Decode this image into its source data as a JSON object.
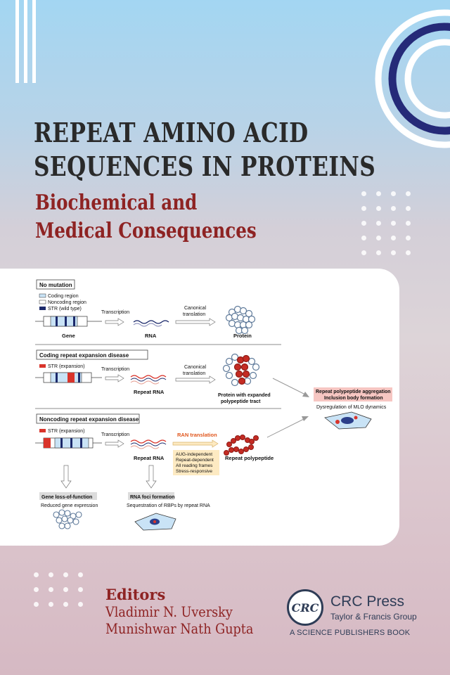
{
  "cover": {
    "title_line1": "REPEAT AMINO ACID",
    "title_line2": "SEQUENCES IN PROTEINS",
    "subtitle_line1": "Biochemical and",
    "subtitle_line2": "Medical Consequences",
    "editors_heading": "Editors",
    "editors": [
      "Vladimir N. Uversky",
      "Munishwar Nath Gupta"
    ],
    "publisher": {
      "logo_text": "CRC",
      "name": "CRC Press",
      "group": "Taylor & Francis Group",
      "imprint": "A SCIENCE PUBLISHERS BOOK"
    }
  },
  "figure": {
    "panel_no_mutation": "No mutation",
    "legend_coding": "Coding region",
    "legend_noncoding": "Noncoding region",
    "legend_str_wild": "STR (wild type)",
    "transcription": "Transcription",
    "canonical_translation_1": "Canonical",
    "canonical_translation_2": "translation",
    "gene": "Gene",
    "rna": "RNA",
    "protein": "Protein",
    "panel_coding": "Coding repeat expansion disease",
    "str_expansion": "STR (expansion)",
    "repeat_rna": "Repeat RNA",
    "protein_expanded_1": "Protein with expanded",
    "protein_expanded_2": "polypeptide tract",
    "aggregation_1": "Repeat polypeptide aggregation",
    "aggregation_2": "Inclusion body formation",
    "mlo": "Dysregulation of MLO dynamics",
    "panel_noncoding": "Noncoding repeat expansion disease",
    "ran_translation": "RAN translation",
    "ran_features": [
      "AUG-independent",
      "Repeat-dependent",
      "All reading frames",
      "Stress-responsive"
    ],
    "repeat_polypeptide": "Repeat polypeptide",
    "gene_loss": "Gene loss-of-function",
    "reduced_expression": "Reduced gene expression",
    "rna_foci": "RNA foci formation",
    "sequestration": "Sequestration of RBPs by repeat RNA"
  },
  "colors": {
    "title": "#2a2a2a",
    "accent_red": "#8e2323",
    "str_wild": "#1c2a6b",
    "str_expansion": "#d9342b",
    "ring_navy": "#252a78",
    "publisher_navy": "#2e3c56"
  }
}
